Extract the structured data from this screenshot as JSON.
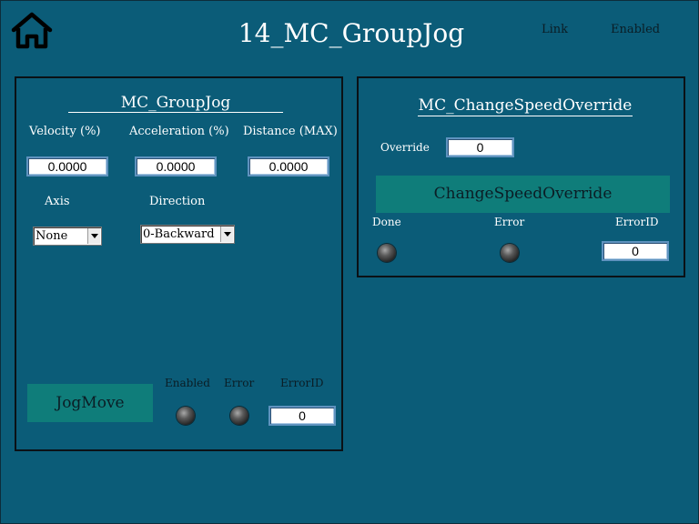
{
  "header": {
    "title": "14_MC_GroupJog",
    "link_label": "Link",
    "enabled_label": "Enabled"
  },
  "group_jog": {
    "title": "MC_GroupJog",
    "velocity_label": "Velocity (%)",
    "acceleration_label": "Acceleration (%)",
    "distance_label": "Distance (MAX)",
    "velocity_value": "0.0000",
    "acceleration_value": "0.0000",
    "distance_value": "0.0000",
    "axis_label": "Axis",
    "axis_value": "None",
    "direction_label": "Direction",
    "direction_value": "0-Backward",
    "jog_button_label": "JogMove",
    "enabled_label": "Enabled",
    "error_label": "Error",
    "errorid_label": "ErrorID",
    "errorid_value": "0"
  },
  "speed_override": {
    "title": "MC_ChangeSpeedOverride",
    "override_label": "Override",
    "override_value": "0",
    "button_label": "ChangeSpeedOverride",
    "done_label": "Done",
    "error_label": "Error",
    "errorid_label": "ErrorID",
    "errorid_value": "0"
  },
  "icons": {
    "home": "home-icon"
  },
  "colors": {
    "background": "#0b5c78",
    "button": "#0f7d7a",
    "panel_border": "#0b1116"
  }
}
